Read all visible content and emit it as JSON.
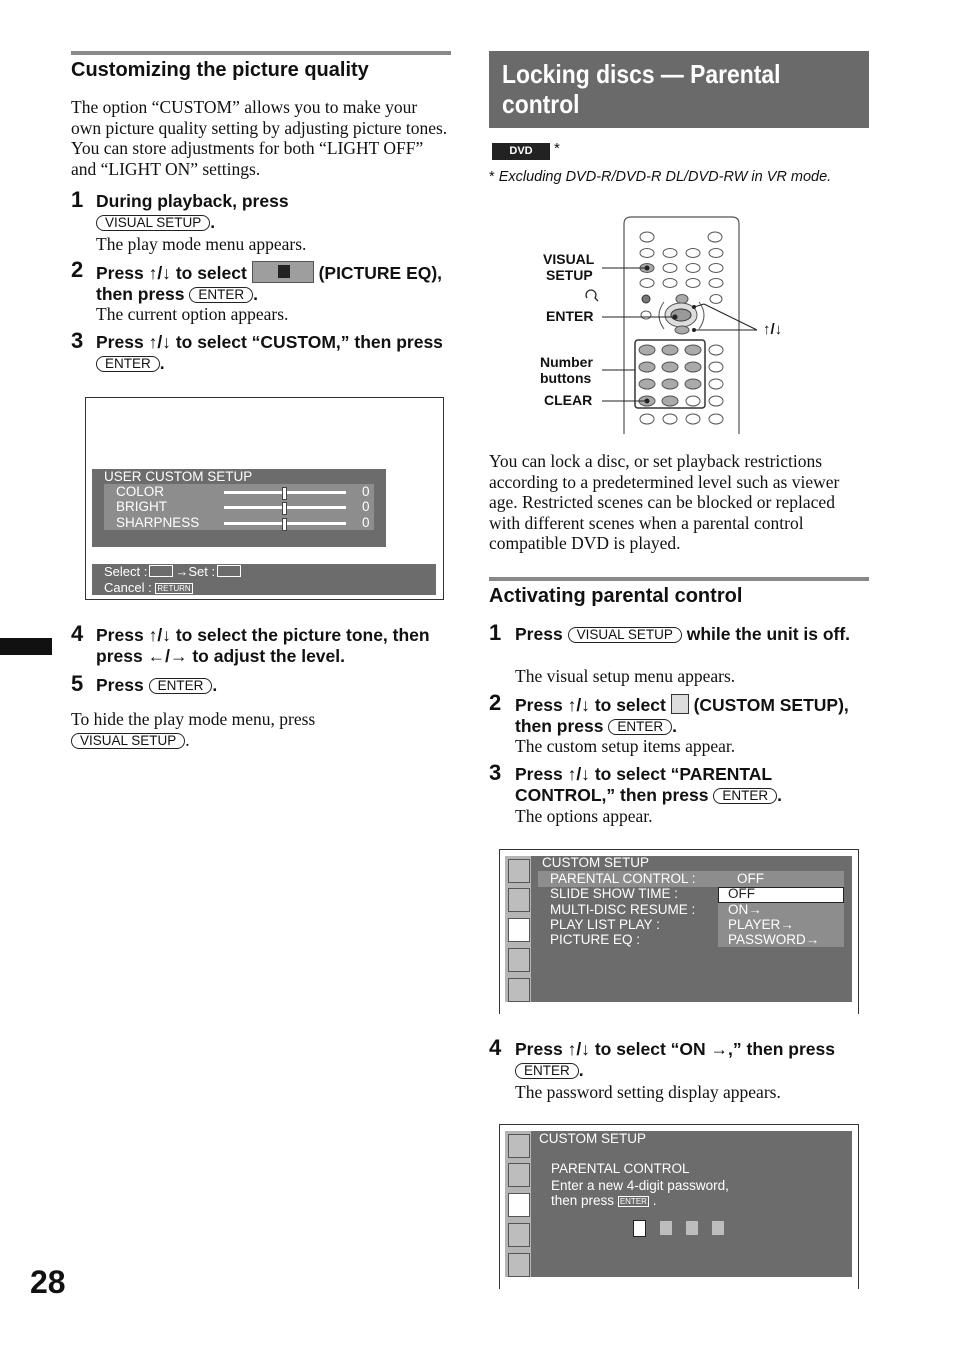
{
  "page_number": "28",
  "left": {
    "heading": "Customizing the picture quality",
    "intro": "The option “CUSTOM” allows you to make your own picture quality setting by adjusting picture tones. You can store adjustments for both “LIGHT OFF” and “LIGHT ON” settings.",
    "step1": {
      "num": "1",
      "text": "During playback, press",
      "key": "VISUAL SETUP",
      "end": ".",
      "note": "The play mode menu appears."
    },
    "step2": {
      "num": "2",
      "text_a": "Press",
      "arrows": "↑/↓",
      "text_b": "to select",
      "text_c": "(PICTURE EQ), then press",
      "key": "ENTER",
      "end": ".",
      "note": "The current option appears."
    },
    "step3": {
      "num": "3",
      "text_a": "Press",
      "arrows": "↑/↓",
      "text_b": "to select “CUSTOM,” then press",
      "key": "ENTER",
      "end": "."
    },
    "screen": {
      "title": "USER CUSTOM SETUP",
      "rows": [
        {
          "label": "COLOR",
          "value": "0"
        },
        {
          "label": "BRIGHT",
          "value": "0"
        },
        {
          "label": "SHARPNESS",
          "value": "0"
        }
      ],
      "select_label": "Select :",
      "set_label": "Set :",
      "cancel_label": "Cancel :",
      "return_key": "RETURN"
    },
    "step4": {
      "num": "4",
      "text_a": "Press",
      "arrows": "↑/↓",
      "text_b": "to select the picture tone, then press",
      "arrows2": "←/→",
      "text_c": "to adjust the level."
    },
    "step5": {
      "num": "5",
      "text": "Press",
      "key": "ENTER",
      "end": "."
    },
    "hide_text": "To hide the play mode menu, press",
    "hide_key": "VISUAL SETUP",
    "hide_end": "."
  },
  "right": {
    "banner": "Locking discs — Parental control",
    "dvd_badge": "DVD",
    "asterisk": "*",
    "footnote_mark": "*",
    "footnote": "Excluding DVD-R/DVD-R DL/DVD-RW in VR mode.",
    "remote_labels": {
      "visual": "VISUAL",
      "setup": "SETUP",
      "enter": "ENTER",
      "number": "Number",
      "buttons": "buttons",
      "clear": "CLEAR",
      "arrows": "↑/↓"
    },
    "intro": "You can lock a disc, or set playback restrictions according to a predetermined level such as viewer age. Restricted scenes can be blocked or replaced with different scenes when a parental control compatible DVD is played.",
    "heading": "Activating parental control",
    "step1": {
      "num": "1",
      "text_a": "Press",
      "key": "VISUAL SETUP",
      "text_b": "while the unit is off.",
      "note": "The visual setup menu appears."
    },
    "step2": {
      "num": "2",
      "text_a": "Press",
      "arrows": "↑/↓",
      "text_b": "to select",
      "text_c": "(CUSTOM SETUP), then press",
      "key": "ENTER",
      "end": ".",
      "note": "The custom setup items appear."
    },
    "step3": {
      "num": "3",
      "text_a": "Press",
      "arrows": "↑/↓",
      "text_b": "to select “PARENTAL CONTROL,” then press",
      "key": "ENTER",
      "end": ".",
      "note": "The options appear."
    },
    "screen1": {
      "title": "CUSTOM SETUP",
      "items": [
        "PARENTAL CONTROL :",
        "SLIDE SHOW TIME :",
        "MULTI-DISC RESUME :",
        "PLAY LIST PLAY :",
        "PICTURE EQ :"
      ],
      "current_value": "OFF",
      "options": [
        "OFF",
        "ON→",
        "PLAYER→",
        "PASSWORD→"
      ]
    },
    "step4": {
      "num": "4",
      "text_a": "Press",
      "arrows": "↑/↓",
      "text_b": "to select “ON →,” then press",
      "key": "ENTER",
      "end": ".",
      "note": "The password setting display appears."
    },
    "screen2": {
      "title": "CUSTOM SETUP",
      "line1": "PARENTAL CONTROL",
      "line2": "Enter a new 4-digit password,",
      "line3": "then press",
      "key": "ENTER",
      "end": "."
    }
  }
}
